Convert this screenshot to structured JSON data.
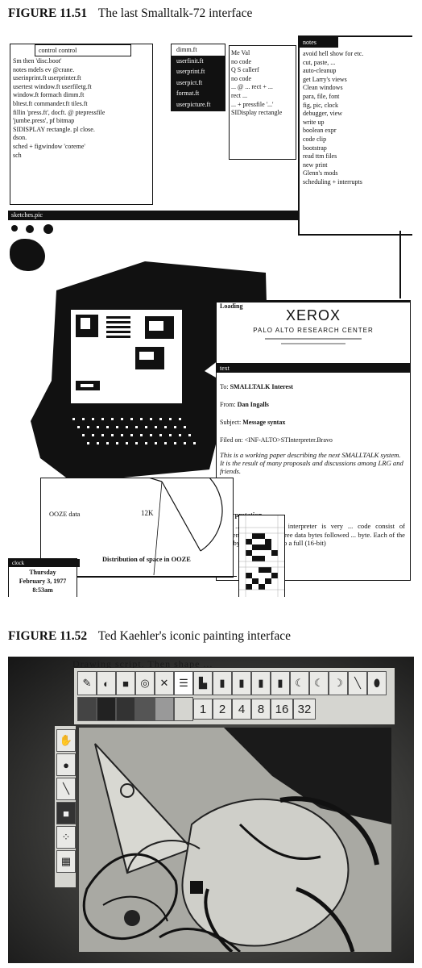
{
  "captions": [
    {
      "number": "FIGURE 11.51",
      "title": "The last Smalltalk-72 interface"
    },
    {
      "number": "FIGURE 11.52",
      "title": "Ted Kaehler's iconic painting interface"
    }
  ],
  "fig1": {
    "control_window": {
      "title": "control control",
      "lines": [
        "Sm then 'disc.boot'",
        "notes mdels ev @crane.",
        "userinprint.ft userprinter.ft",
        "usertest window.ft userfiletg.ft",
        "window.ft formach dimm.ft",
        "bltest.ft commander.ft tiles.ft",
        "fillin 'press.ft', docft. @ ptepressfile",
        "'jumbe.press', pf bitmap",
        "SIDISPLAY rectangle. pl close.",
        "dson.",
        "sched + figwindow 'coreme'",
        "sch"
      ]
    },
    "file_menu": [
      "dimm.ft",
      "userfinit.ft",
      "userprint.ft",
      "userpict.ft",
      "format.ft",
      "userpicture.ft"
    ],
    "middle_window": {
      "lines": [
        "Me Val",
        "no code",
        "Q S callerf",
        "no code",
        "... @ ... rect + ...",
        "rect ...",
        "... + pressfile '...'",
        "SIDisplay rectangle"
      ]
    },
    "notes_window": {
      "title": "notes",
      "lines": [
        "avoid hell show for etc.",
        "    cut, paste, ...",
        "auto-cleanup",
        "get Larry's views",
        "Clean windows",
        "    para, file, font",
        "    fig, pic, clock",
        "    debugger, view",
        "write up",
        "    boolean expr",
        "    code clip",
        "bootstrap",
        "    read ttm files",
        "    new print",
        "    Glenn's mods",
        "scheduling + interrupts"
      ]
    },
    "picture_window": {
      "title": "sketches.pic"
    },
    "xerox_window": {
      "title": "Loading",
      "logo": "XEROX",
      "company": "PALO ALTO RESEARCH CENTER"
    },
    "message_window": {
      "title": "text",
      "to_label": "To:",
      "to_value": "SMALLTALK Interest",
      "from_label": "From:",
      "from_value": "Dan Ingalls",
      "subject_label": "Subject:",
      "subject_value": "Message syntax",
      "filed_on": "Filed on: <INF-ALTO>STInterpreter.Bravo",
      "body_lead": "This is a working paper describing the next SMALLTALK system. It is the result of many proposals and discussions among LRG and friends.",
      "section": "Interpretation",
      "section_text": "The ... the bytecode interpreter is very ... code consist of sequences such ... or three data bytes followed ... byte. Each of the data bytes ... resolved to a full (16-bit)"
    },
    "pie_window": {
      "labels": [
        "OOZE data",
        "12K",
        "Distribution of space in OOZE"
      ]
    },
    "clock_window": {
      "title": "clock",
      "day": "Thursday",
      "date": "February 3, 1977",
      "time": "8:53am"
    }
  },
  "fig2": {
    "banner": "Drawing script. Then shape ...",
    "brush_sizes": [
      "1",
      "2",
      "4",
      "8",
      "16",
      "32"
    ]
  }
}
